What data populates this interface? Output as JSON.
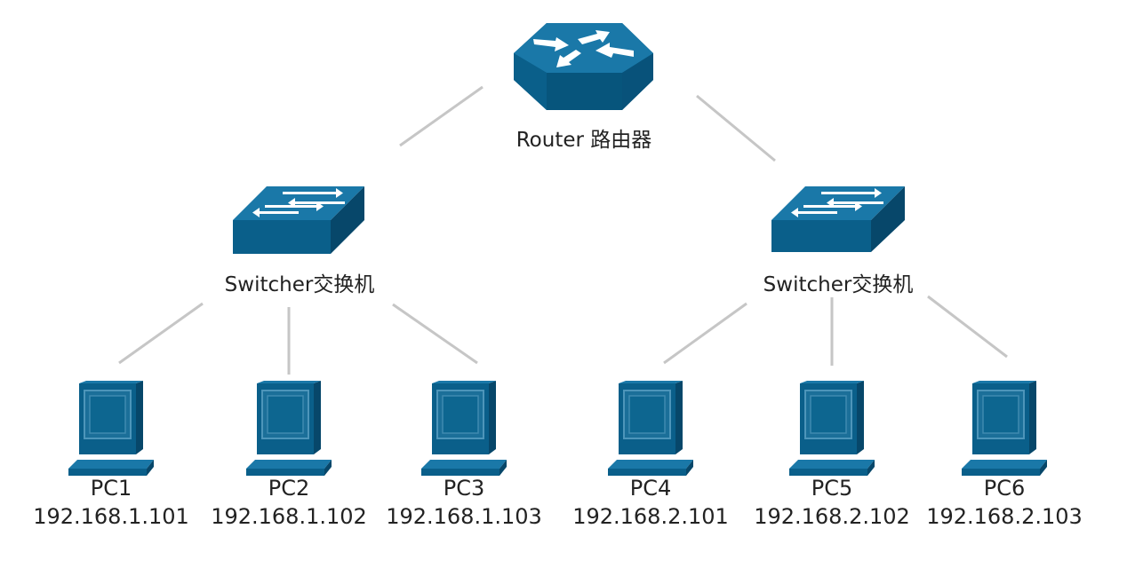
{
  "colors": {
    "device_fill": "#0a5f8a",
    "device_top": "#1a78a8",
    "device_dark": "#07476a",
    "link": "#c6c6c6",
    "arrow": "#ffffff"
  },
  "router": {
    "label": "Router 路由器",
    "icon": "router-icon"
  },
  "switches": [
    {
      "label": "Switcher交换机",
      "icon": "switch-icon"
    },
    {
      "label": "Switcher交换机",
      "icon": "switch-icon"
    }
  ],
  "pcs": [
    {
      "name": "PC1",
      "ip": "192.168.1.101",
      "icon": "computer-icon"
    },
    {
      "name": "PC2",
      "ip": "192.168.1.102",
      "icon": "computer-icon"
    },
    {
      "name": "PC3",
      "ip": "192.168.1.103",
      "icon": "computer-icon"
    },
    {
      "name": "PC4",
      "ip": "192.168.2.101",
      "icon": "computer-icon"
    },
    {
      "name": "PC5",
      "ip": "192.168.2.102",
      "icon": "computer-icon"
    },
    {
      "name": "PC6",
      "ip": "192.168.2.103",
      "icon": "computer-icon"
    }
  ]
}
